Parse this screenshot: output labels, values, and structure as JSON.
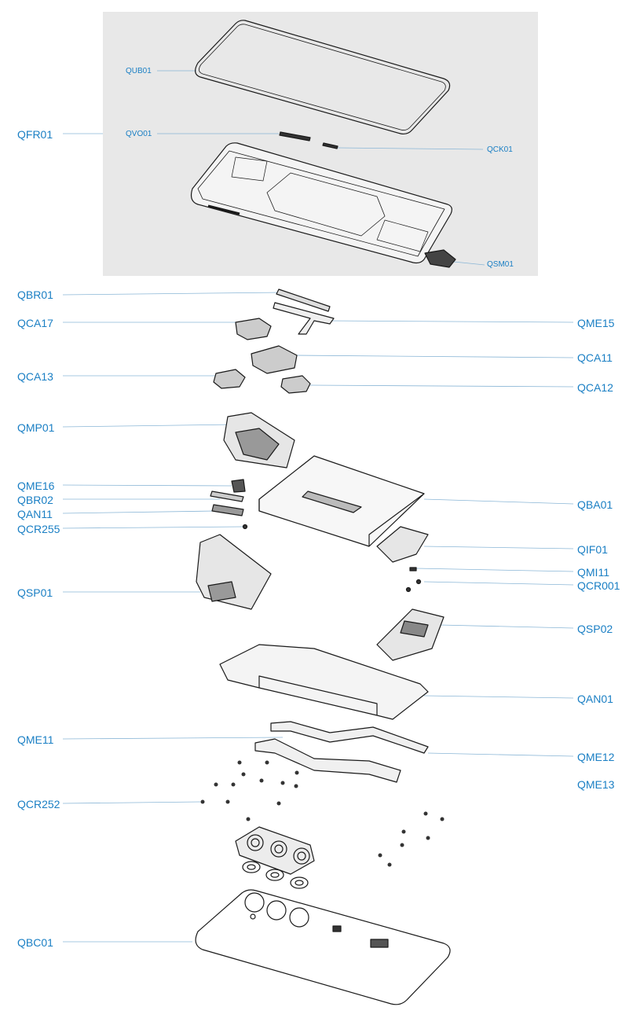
{
  "diagram": {
    "accent_color": "#1a7fc4",
    "panel_color": "#e8e8e8",
    "labels": {
      "QUB01": "QUB01",
      "QFR01": "QFR01",
      "QVO01": "QVO01",
      "QCK01": "QCK01",
      "QSM01": "QSM01",
      "QBR01": "QBR01",
      "QCA17": "QCA17",
      "QME15": "QME15",
      "QCA11": "QCA11",
      "QCA13": "QCA13",
      "QCA12": "QCA12",
      "QMP01": "QMP01",
      "QME16": "QME16",
      "QBR02": "QBR02",
      "QAN11": "QAN11",
      "QCR255": "QCR255",
      "QBA01": "QBA01",
      "QIF01": "QIF01",
      "QMI11": "QMI11",
      "QCR001": "QCR001",
      "QSP01": "QSP01",
      "QSP02": "QSP02",
      "QAN01": "QAN01",
      "QME11": "QME11",
      "QME12": "QME12",
      "QME13": "QME13",
      "QCR252": "QCR252",
      "QBC01": "QBC01"
    }
  }
}
